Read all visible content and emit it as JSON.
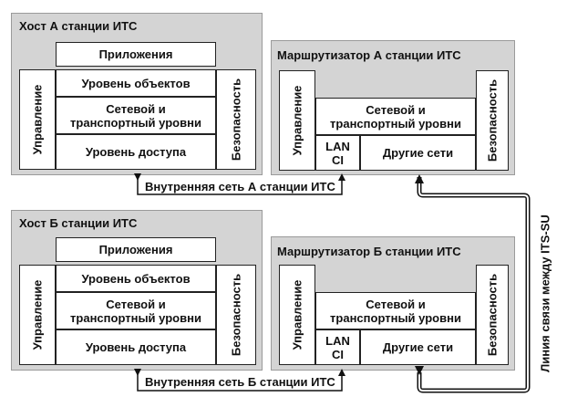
{
  "host_a": {
    "title": "Хост А станции ИТС",
    "applications": "Приложения",
    "facilities": "Уровень объектов",
    "network_line1": "Сетевой и",
    "network_line2": "транспортный уровни",
    "access": "Уровень доступа",
    "management": "Управление",
    "security": "Безопасность"
  },
  "router_a": {
    "title": "Маршрутизатор А станции ИТС",
    "network_line1": "Сетевой и",
    "network_line2": "транспортный уровни",
    "lan_line1": "LAN",
    "lan_line2": "CI",
    "other": "Другие сети",
    "management": "Управление",
    "security": "Безопасность"
  },
  "host_b": {
    "title": "Хост Б станции ИТС",
    "applications": "Приложения",
    "facilities": "Уровень объектов",
    "network_line1": "Сетевой и",
    "network_line2": "транспортный уровни",
    "access": "Уровень доступа",
    "management": "Управление",
    "security": "Безопасность"
  },
  "router_b": {
    "title": "Маршрутизатор Б станции ИТС",
    "network_line1": "Сетевой и",
    "network_line2": "транспортный уровни",
    "lan_line1": "LAN",
    "lan_line2": "CI",
    "other": "Другие сети",
    "management": "Управление",
    "security": "Безопасность"
  },
  "links": {
    "internal_a": "Внутренняя сеть А станции ИТС",
    "internal_b": "Внутренняя сеть Б станции ИТС",
    "its_su": "Линия связи между ITS-SU"
  }
}
